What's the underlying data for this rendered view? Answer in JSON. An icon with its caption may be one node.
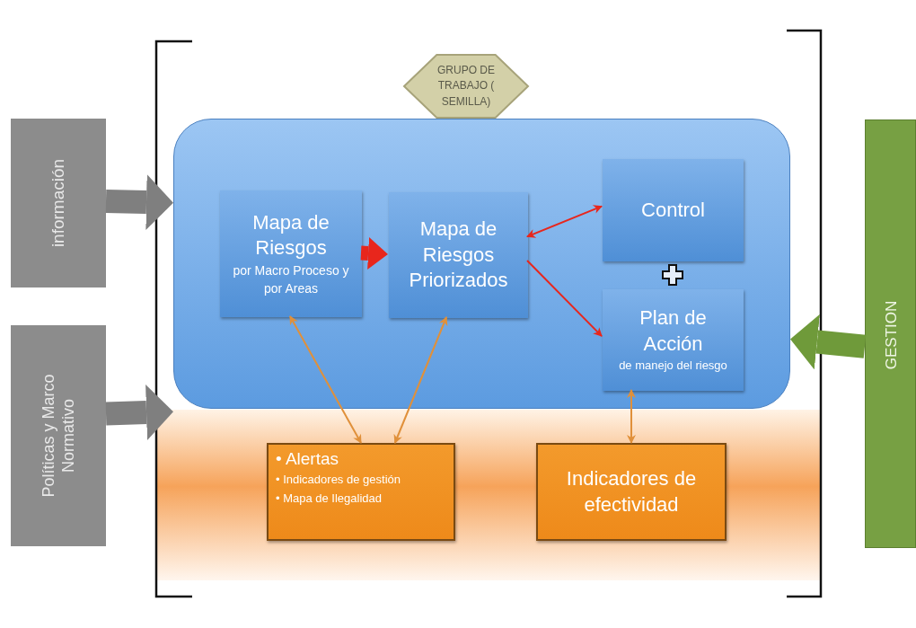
{
  "diagram": {
    "nodes": [
      {
        "text": [
          "GRUPO DE TRABAJO ( SEMILLA)"
        ]
      },
      {
        "text": [],
        "shape": "box"
      },
      {
        "text": [
          "Mapa de Riesgos",
          "por Macro Proceso y por Areas"
        ],
        "in": 1
      },
      {
        "text": [
          "Mapa de Riesgos Priorizados"
        ],
        "in": 1
      },
      {
        "text": [
          "Control"
        ],
        "in": 1
      },
      {
        "text": [
          "Plan de Acción",
          "de manejo del riesgo"
        ],
        "in": 1
      },
      {
        "text": [
          "• Alertas",
          "• Indicadores de gestión",
          "• Mapa de Ilegalidad"
        ]
      },
      {
        "text": [
          "Indicadores de efectividad"
        ]
      },
      {
        "text": [
          "información"
        ]
      },
      {
        "text": [
          "Políticas y Marco Normativo"
        ]
      },
      {
        "text": [
          "GESTION"
        ]
      }
    ],
    "edges": [
      {
        "from": 2,
        "to": 3,
        "arrow": "to",
        "style": "thick"
      },
      {
        "from": 3,
        "to": 4,
        "arrow": "both"
      },
      {
        "from": 3,
        "to": 5,
        "arrow": "to"
      },
      {
        "from": 6,
        "to": 2,
        "arrow": "both",
        "color": "#e0903a"
      },
      {
        "from": 6,
        "to": 3,
        "arrow": "both",
        "color": "#e0903a"
      },
      {
        "from": 7,
        "to": 5,
        "arrow": "both",
        "color": "#e0903a"
      },
      {
        "from": 8,
        "to": 1,
        "arrow": "to",
        "style": "thick",
        "color": "#7f7f7f"
      },
      {
        "from": 9,
        "to": 1,
        "arrow": "to",
        "style": "thick",
        "color": "#7f7f7f"
      },
      {
        "from": 10,
        "to": 1,
        "arrow": "to",
        "style": "thick",
        "color": "#6f9a3a"
      }
    ]
  }
}
